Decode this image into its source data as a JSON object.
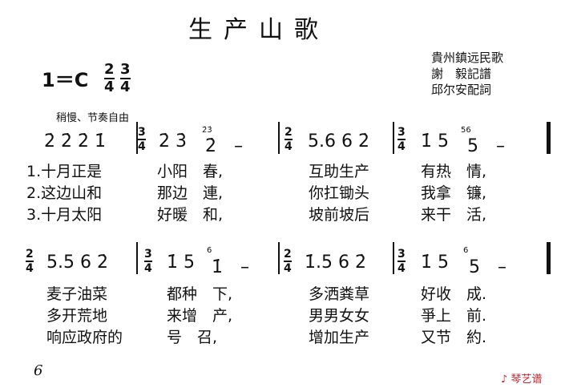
{
  "title": "生产山歌",
  "key": "1＝C",
  "time_sig_header": [
    {
      "num": "2",
      "den": "4"
    },
    {
      "num": "3",
      "den": "4"
    }
  ],
  "credits": [
    "貴州鎮远民歌",
    "謝　毅記譜",
    "邱尔安配詞"
  ],
  "tempo": "稍慢、节奏自由",
  "systems": [
    {
      "measures": [
        {
          "time": null,
          "notes": "2̇ 2̇ 2̇ 1̇"
        },
        {
          "time": {
            "num": "3",
            "den": "4"
          },
          "notes": "2̇ 3̇",
          "grace": "2̇3̇",
          "tail": "2̇　–"
        },
        {
          "time": {
            "num": "2",
            "den": "4"
          },
          "notes": "5.6 6 2̇"
        },
        {
          "time": {
            "num": "3",
            "den": "4"
          },
          "notes": "1̇ 5",
          "grace": "56",
          "tail": "5　–"
        }
      ],
      "lyrics": [
        [
          "1.十月正是",
          "小阳　春,",
          "互助生产",
          "有热　情,"
        ],
        [
          "2.这边山和",
          "那边　連,",
          "你扛锄头",
          "我拿　镰,"
        ],
        [
          "3.十月太阳",
          "好暖　和,",
          "坡前坡后",
          "来干　活,"
        ]
      ]
    },
    {
      "measures": [
        {
          "time": {
            "num": "2",
            "den": "4"
          },
          "notes": "5.5 6 2̇"
        },
        {
          "time": {
            "num": "3",
            "den": "4"
          },
          "notes": "1̇ 5",
          "grace": "6",
          "tail": "1̇　–"
        },
        {
          "time": {
            "num": "2",
            "den": "4"
          },
          "notes": "1̇.5 6 2̇"
        },
        {
          "time": {
            "num": "3",
            "den": "4"
          },
          "notes": "1̇ 5",
          "grace": "6",
          "tail": "5　–"
        }
      ],
      "lyrics": [
        [
          "麦子油菜",
          "都种　下,",
          "多洒粪草",
          "好收　成."
        ],
        [
          "多开荒地",
          "来增　产,",
          "男男女女",
          "爭上　前."
        ],
        [
          "响应政府的",
          "号　召,",
          "增加生产",
          "又节　約."
        ]
      ]
    }
  ],
  "page_number": "6",
  "logo_text": "琴艺谱",
  "logo_icon": "music-logo-icon"
}
